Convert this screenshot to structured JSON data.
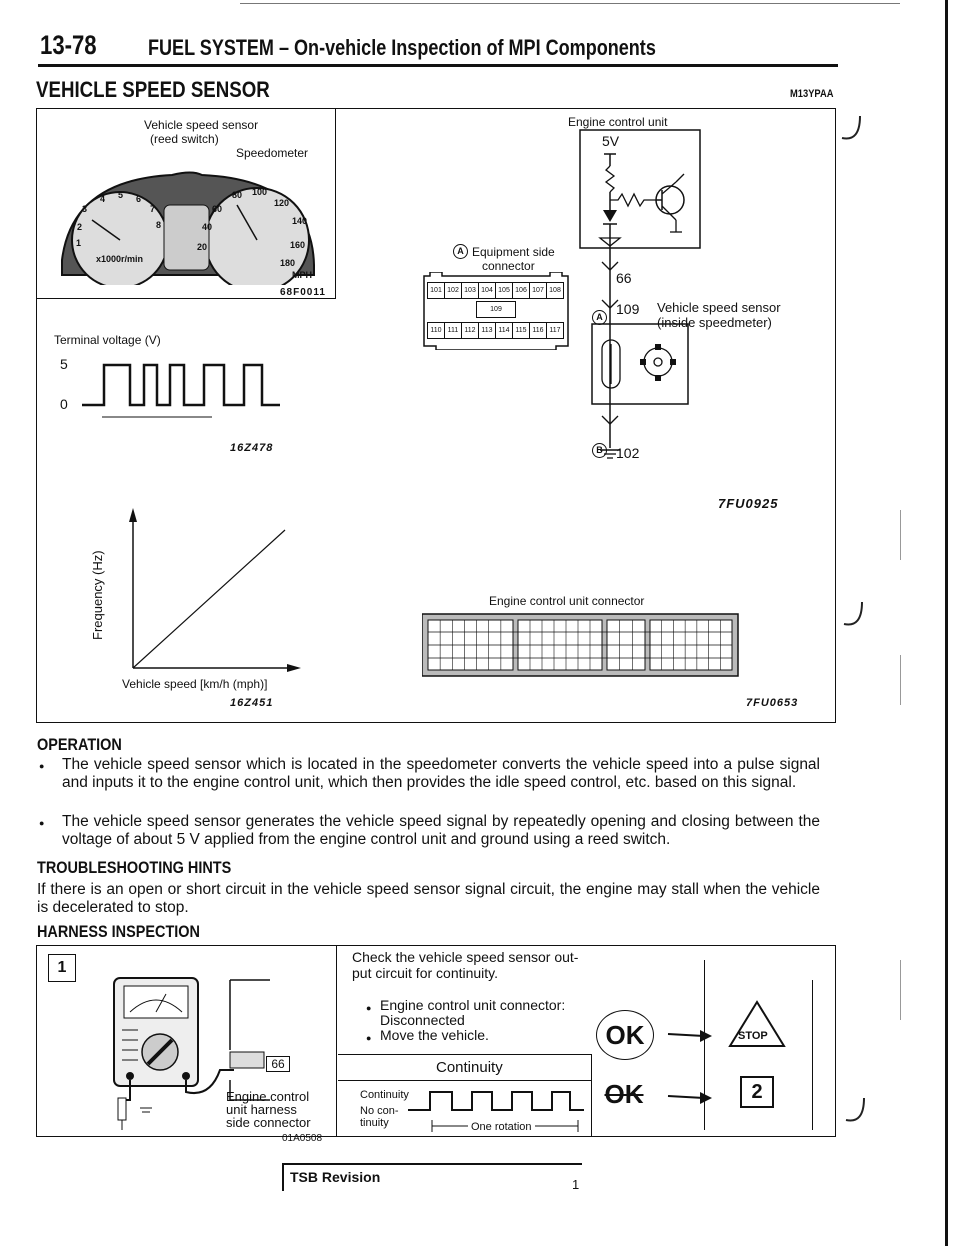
{
  "header": {
    "page_number": "13-78",
    "title": "FUEL SYSTEM – On-vehicle Inspection of MPI Components"
  },
  "section": {
    "title": "VEHICLE SPEED SENSOR",
    "code": "M13YPAA"
  },
  "fig_speedometer": {
    "sensor_label": "Vehicle speed sensor",
    "sensor_sub": "(reed switch)",
    "speedometer_label": "Speedometer",
    "code": "68F0011"
  },
  "fig_terminal": {
    "title": "Terminal voltage (V)",
    "level_high": "5",
    "level_low": "0",
    "code": "16Z478"
  },
  "fig_ecu": {
    "ecu_label": "Engine control unit",
    "volt": "5V",
    "connector_label_a": "Equipment side",
    "connector_label_b": "connector",
    "pins_row1": [
      "101",
      "102",
      "103",
      "104",
      "105",
      "106",
      "107",
      "108"
    ],
    "pins_row2": [
      "109"
    ],
    "pins_row3": [
      "110",
      "111",
      "112",
      "113",
      "114",
      "115",
      "116",
      "117"
    ],
    "term_66": "66",
    "term_109": "109",
    "sensor_label": "Vehicle speed sensor",
    "sensor_sub": "(inside speedmeter)",
    "term_102": "102",
    "marker_a": "A",
    "marker_b": "B",
    "code": "7FU0925"
  },
  "fig_frequency": {
    "ylabel": "Frequency (Hz)",
    "xlabel": "Vehicle speed [km/h (mph)]",
    "code": "16Z451"
  },
  "fig_connector": {
    "label": "Engine control unit connector",
    "code": "7FU0653"
  },
  "operation": {
    "heading": "OPERATION",
    "bullets": [
      "The vehicle speed sensor which is located in the speedometer converts the vehicle speed into a pulse signal and inputs it to the engine control unit, which then provides the idle speed control, etc. based on this signal.",
      "The vehicle speed sensor generates the vehicle speed signal by repeatedly opening and closing between the voltage of about 5 V applied from the engine control unit and ground using a reed switch."
    ]
  },
  "troubleshooting": {
    "heading": "TROUBLESHOOTING HINTS",
    "text": "If there is an open or short circuit in the vehicle speed sensor signal circuit, the engine may stall when the vehicle is decelerated to stop."
  },
  "harness": {
    "heading": "HARNESS INSPECTION",
    "step": "1",
    "pin": "66",
    "connector_label_1": "Engine control",
    "connector_label_2": "unit harness",
    "connector_label_3": "side connector",
    "code": "01A0508",
    "check_1": "Check the vehicle speed sensor out-",
    "check_2": "put circuit for continuity.",
    "item_1a": "Engine control unit connector:",
    "item_1b": "Disconnected",
    "item_2": "Move the vehicle.",
    "continuity_title": "Continuity",
    "continuity_row": "Continuity",
    "no_con_1": "No con-",
    "no_con_2": "tinuity",
    "one_rotation": "One rotation",
    "ok": "OK",
    "stop": "STOP",
    "next_step": "2"
  },
  "footer": {
    "tsb": "TSB Revision",
    "mark": "1"
  }
}
